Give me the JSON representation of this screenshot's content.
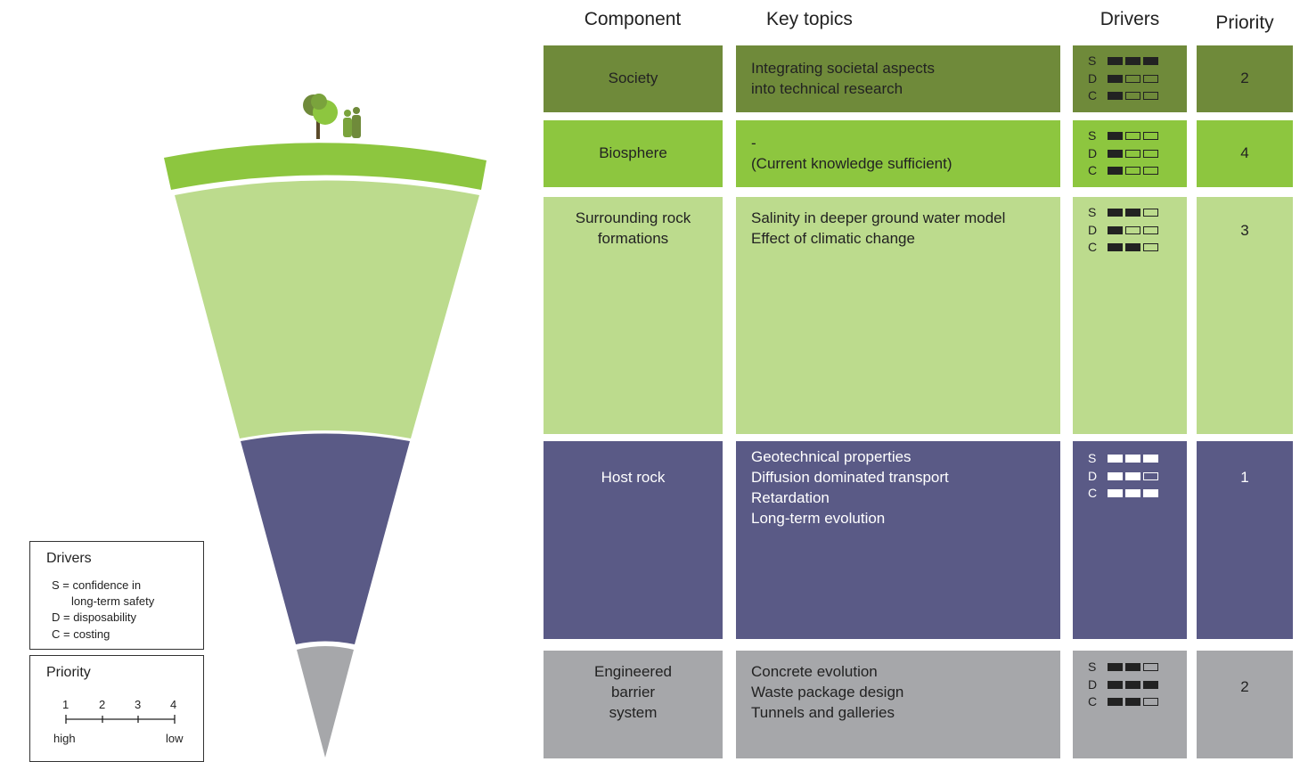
{
  "headers": {
    "component": "Component",
    "key_topics": "Key topics",
    "drivers": "Drivers",
    "priority": "Priority"
  },
  "colors": {
    "society": "#6f8a3a",
    "biosphere": "#8dc63f",
    "rock": "#bcdb8d",
    "host": "#5a5a86",
    "ebs": "#a6a7aa",
    "filled_dark": "#222222",
    "filled_light": "#ffffff"
  },
  "rows": [
    {
      "key": "society",
      "component": [
        "Society"
      ],
      "topics": [
        "Integrating societal aspects",
        "into technical research"
      ],
      "drivers": [
        {
          "letter": "S",
          "level": 3
        },
        {
          "letter": "D",
          "level": 1
        },
        {
          "letter": "C",
          "level": 1
        }
      ],
      "priority": "2"
    },
    {
      "key": "biosphere",
      "component": [
        "Biosphere"
      ],
      "topics": [
        "-",
        "(Current knowledge sufficient)"
      ],
      "drivers": [
        {
          "letter": "S",
          "level": 1
        },
        {
          "letter": "D",
          "level": 1
        },
        {
          "letter": "C",
          "level": 1
        }
      ],
      "priority": "4"
    },
    {
      "key": "rock",
      "component": [
        "Surrounding rock",
        "formations"
      ],
      "topics": [
        "Salinity in deeper ground water model",
        "Effect of climatic change"
      ],
      "drivers": [
        {
          "letter": "S",
          "level": 2
        },
        {
          "letter": "D",
          "level": 1
        },
        {
          "letter": "C",
          "level": 2
        }
      ],
      "priority": "3"
    },
    {
      "key": "host",
      "component": [
        "Host rock"
      ],
      "topics": [
        "Geotechnical properties",
        "Diffusion dominated transport",
        "Retardation",
        "Long-term evolution"
      ],
      "drivers": [
        {
          "letter": "S",
          "level": 3
        },
        {
          "letter": "D",
          "level": 2
        },
        {
          "letter": "C",
          "level": 3
        }
      ],
      "priority": "1"
    },
    {
      "key": "ebs",
      "component": [
        "Engineered",
        "barrier",
        "system"
      ],
      "topics": [
        "Concrete evolution",
        "Waste package design",
        "Tunnels and galleries"
      ],
      "drivers": [
        {
          "letter": "S",
          "level": 2
        },
        {
          "letter": "D",
          "level": 3
        },
        {
          "letter": "C",
          "level": 2
        }
      ],
      "priority": "2"
    }
  ],
  "legend_drivers": {
    "title": "Drivers",
    "lines": [
      "S = confidence in",
      "long-term safety",
      "D = disposability",
      "C = costing"
    ]
  },
  "legend_priority": {
    "title": "Priority",
    "ticks": [
      "1",
      "2",
      "3",
      "4"
    ],
    "high": "high",
    "low": "low"
  }
}
